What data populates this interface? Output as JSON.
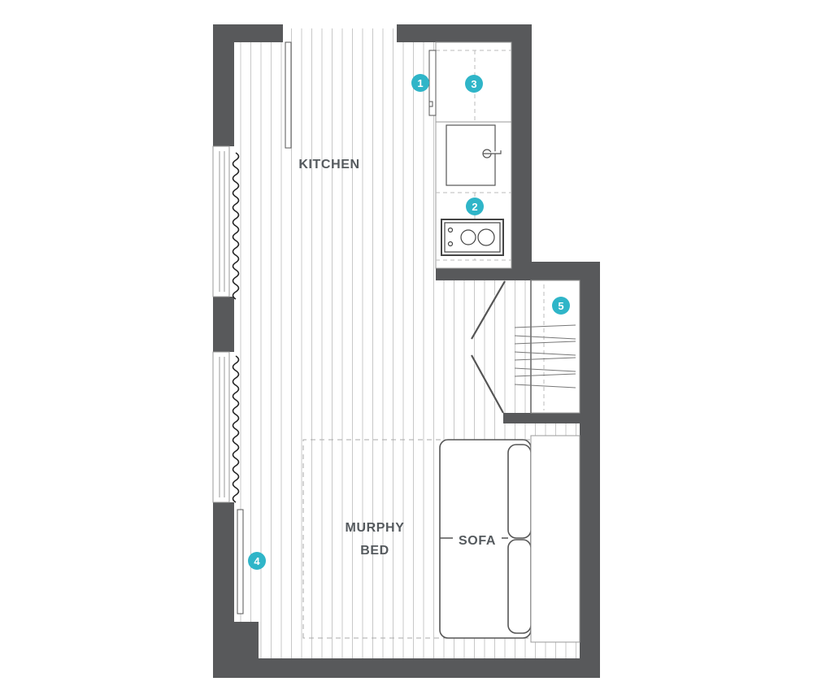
{
  "rooms": {
    "kitchen": "KITCHEN",
    "murphy_bed_line1": "MURPHY",
    "murphy_bed_line2": "BED",
    "sofa": "SOFA"
  },
  "markers": [
    "1",
    "2",
    "3",
    "4",
    "5"
  ],
  "colors": {
    "wall": "#58595b",
    "marker": "#2fb5c8",
    "label": "#555a5e",
    "line": "#9a9a9a",
    "floor_stripe": "#c8c8c8"
  }
}
